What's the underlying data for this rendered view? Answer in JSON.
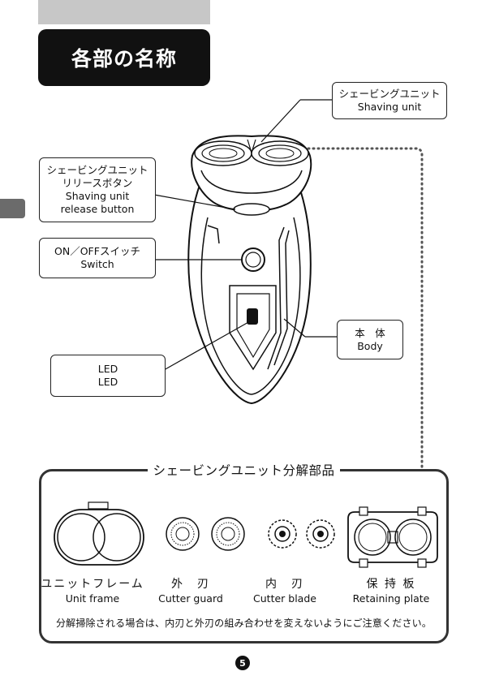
{
  "header": {
    "title": "各部の名称"
  },
  "labels": {
    "shaving_unit": {
      "jp": "シェービングユニット",
      "en": "Shaving unit"
    },
    "release_button": {
      "jp1": "シェービングユニット",
      "jp2": "リリースボタン",
      "en1": "Shaving unit",
      "en2": "release button"
    },
    "switch": {
      "jp": "ON／OFFスイッチ",
      "en": "Switch"
    },
    "body": {
      "jp": "本　体",
      "en": "Body"
    },
    "led": {
      "jp": "LED",
      "en": "LED"
    }
  },
  "parts": {
    "heading": "シェービングユニット分解部品",
    "items": [
      {
        "jp": "ユニットフレーム",
        "en": "Unit frame"
      },
      {
        "jp": "外　刃",
        "en": "Cutter guard"
      },
      {
        "jp": "内　刃",
        "en": "Cutter blade"
      },
      {
        "jp": "保 持 板",
        "en": "Retaining plate"
      }
    ],
    "note": "分解掃除される場合は、内刃と外刃の組み合わせを変えないようにご注意ください。"
  },
  "page_number": "5"
}
